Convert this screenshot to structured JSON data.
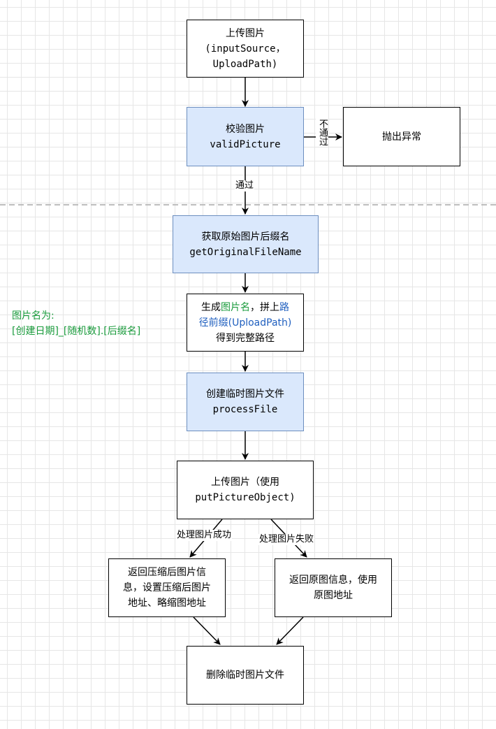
{
  "nodes": {
    "upload": {
      "line1": "上传图片",
      "line2": "(inputSource，",
      "line3": "UploadPath)"
    },
    "validate": {
      "line1": "校验图片",
      "line2": "validPicture"
    },
    "throw": {
      "line1": "抛出异常"
    },
    "getname": {
      "line1": "获取原始图片后缀名",
      "line2": "getOriginalFileName"
    },
    "generate": {
      "p1": "生成",
      "p2": "图片名",
      "p3": "，拼上",
      "p4": "路",
      "p5": "径前缀(UploadPath)",
      "p6": "得到完整路径"
    },
    "tempfile": {
      "line1": "创建临时图片文件",
      "line2": "processFile"
    },
    "putobj": {
      "line1": "上传图片（使用",
      "line2": "putPictureObject)"
    },
    "compress": {
      "line1": "返回压缩后图片信",
      "line2": "息，设置压缩后图片",
      "line3": "地址、略缩图地址"
    },
    "original": {
      "line1": "返回原图信息，使用",
      "line2": "原图地址"
    },
    "delete": {
      "line1": "删除临时图片文件"
    }
  },
  "edges": {
    "fail": "不通过",
    "pass": "通过",
    "success": "处理图片成功",
    "failure": "处理图片失败"
  },
  "note": {
    "line1": "图片名为:",
    "line2": "[创建日期]_[随机数].[后缀名]"
  },
  "colors": {
    "blue_fill": "#dae8fc",
    "blue_stroke": "#6c8ebf",
    "green_text": "#1a9b3c",
    "blue_text": "#1f5fbf"
  }
}
